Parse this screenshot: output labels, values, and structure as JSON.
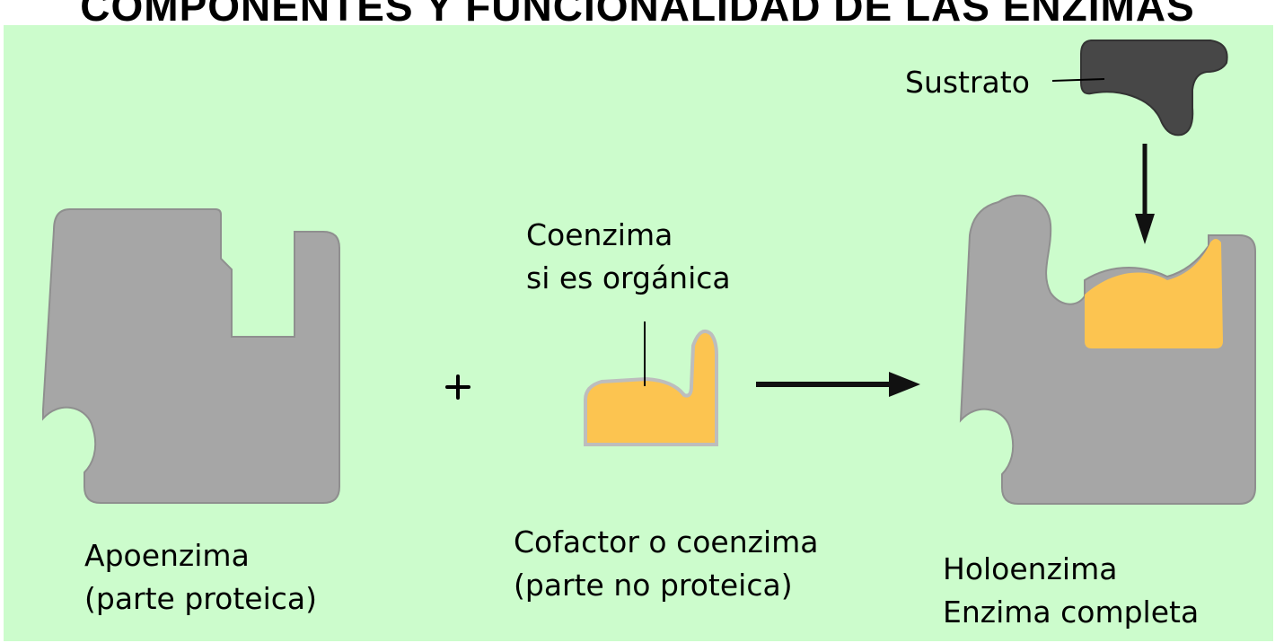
{
  "title": "COMPONENTES Y FUNCIONALIDAD DE LAS ENZIMAS",
  "labels": {
    "sustrato": "Sustrato",
    "coenzima_line1": "Coenzima",
    "coenzima_line2": "si es orgánica",
    "plus": "+",
    "apoenzima_line1": "Apoenzima",
    "apoenzima_line2": "(parte proteica)",
    "cofactor_line1": "Cofactor o coenzima",
    "cofactor_line2": "(parte no proteica)",
    "holoenzima_line1": "Holoenzima",
    "holoenzima_line2": "Enzima completa"
  },
  "colors": {
    "background": "#ccfccc",
    "protein": "#a6a6a6",
    "cofactor": "#fcc450",
    "substrate": "#474747",
    "arrow": "#111111"
  }
}
